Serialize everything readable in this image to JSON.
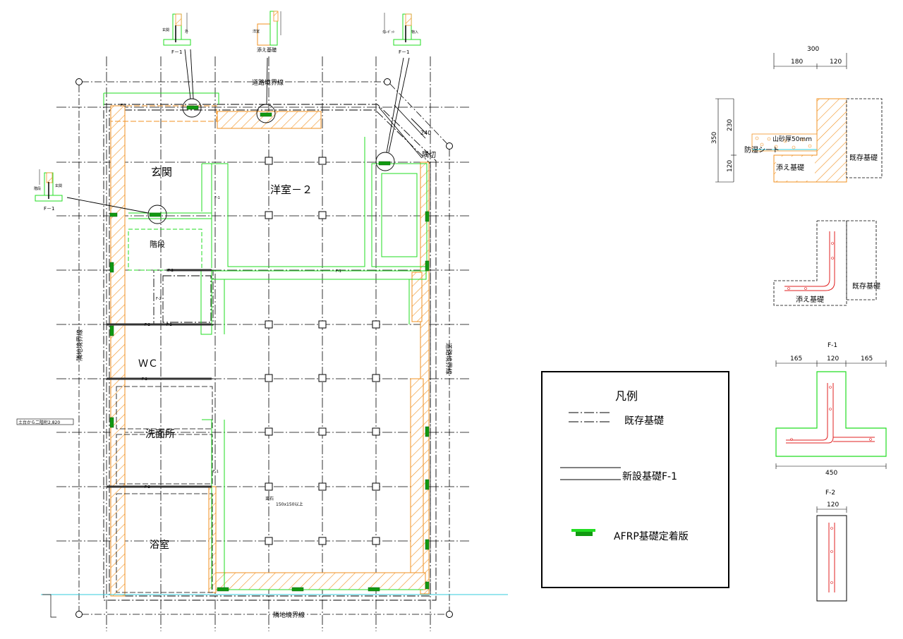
{
  "colors": {
    "grid": "#000000",
    "new_foundation": "#22dd22",
    "added_foundation": "#f29222",
    "anchor": "#119911",
    "rebar": "#e02020",
    "ground": "#33ccdd"
  },
  "plan": {
    "rooms": {
      "entrance": "玄関",
      "western_room": "洋室－２",
      "stairs": "階段",
      "wc": "ＷＣ",
      "washroom": "洗面所",
      "bathroom": "浴室"
    },
    "boundaries": {
      "road_top": "道路境界線",
      "road_right": "道路境界線",
      "neighbor_left": "隣地境界線",
      "neighbor_bottom": "隣地境界線"
    },
    "dims": {
      "corner_240": "240"
    },
    "notes": {
      "corner_cut": "隅切",
      "floor_height": "土台から二階桁2,820",
      "base_stone_1": "束石",
      "base_stone_2": "150x150以上"
    },
    "f_labels": {
      "f1_top": "F-1",
      "f1_mid": "F-1",
      "f1_left": "F-1",
      "f1_low": "F-1",
      "f2_a": "F-2",
      "f2_b": "F-2",
      "f2_c": "F-2",
      "f2_d": "F-2",
      "f2_e": "F-2",
      "f2_f": "F-2"
    }
  },
  "callouts": {
    "c1": {
      "left": "玄関",
      "right": "外",
      "label": "F－1"
    },
    "c2": {
      "left": "洋室",
      "right": "",
      "label": "添え基礎"
    },
    "c3": {
      "left": "ｸﾛｰｾﾞｯﾄ",
      "right": "物入",
      "label": "F－1"
    },
    "c4": {
      "left": "階段",
      "right": "玄関",
      "label": "F－1"
    }
  },
  "legend": {
    "title": "凡例",
    "existing": "既存基礎",
    "new": "新設基礎F-1",
    "anchor": "AFRP基礎定着版"
  },
  "detail_top": {
    "total_w": "300",
    "w_left": "180",
    "w_right": "120",
    "total_h": "350",
    "h_top": "230",
    "h_bottom": "120",
    "sand": "山砂厚50mm",
    "membrane": "防湿シート",
    "added": "添え基礎",
    "existing": "既存基礎"
  },
  "detail_mid": {
    "added": "添え基礎",
    "existing": "既存基礎"
  },
  "detail_f1": {
    "title": "F-1",
    "w1": "165",
    "w2": "120",
    "w3": "165",
    "total": "450"
  },
  "detail_f2": {
    "title": "F-2",
    "w": "120"
  }
}
